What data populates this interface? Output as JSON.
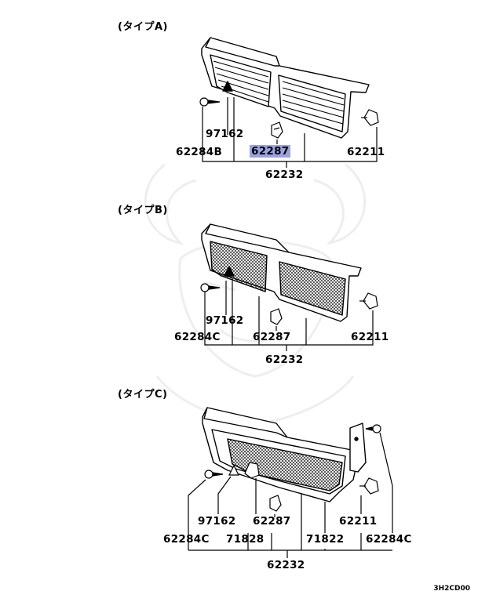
{
  "types": [
    {
      "title": "(タイプA)",
      "parts": [
        {
          "id": "97162",
          "name": "97162"
        },
        {
          "id": "62284B",
          "name": "62284B"
        },
        {
          "id": "62287",
          "name": "62287",
          "highlight": true
        },
        {
          "id": "62211",
          "name": "62211"
        },
        {
          "id": "62232",
          "name": "62232"
        }
      ]
    },
    {
      "title": "(タイプB)",
      "parts": [
        {
          "id": "97162",
          "name": "97162"
        },
        {
          "id": "62284C",
          "name": "62284C"
        },
        {
          "id": "62287",
          "name": "62287"
        },
        {
          "id": "62211",
          "name": "62211"
        },
        {
          "id": "62232",
          "name": "62232"
        }
      ]
    },
    {
      "title": "(タイプC)",
      "parts": [
        {
          "id": "97162",
          "name": "97162"
        },
        {
          "id": "62287",
          "name": "62287"
        },
        {
          "id": "62211",
          "name": "62211"
        },
        {
          "id": "62284C-left",
          "name": "62284C"
        },
        {
          "id": "71828",
          "name": "71828"
        },
        {
          "id": "71822",
          "name": "71822"
        },
        {
          "id": "62284C-right",
          "name": "62284C"
        },
        {
          "id": "62232",
          "name": "62232"
        }
      ]
    }
  ],
  "diagram_code": "3H2CD00",
  "colors": {
    "highlight": "#9aa3de",
    "line": "#000000"
  }
}
